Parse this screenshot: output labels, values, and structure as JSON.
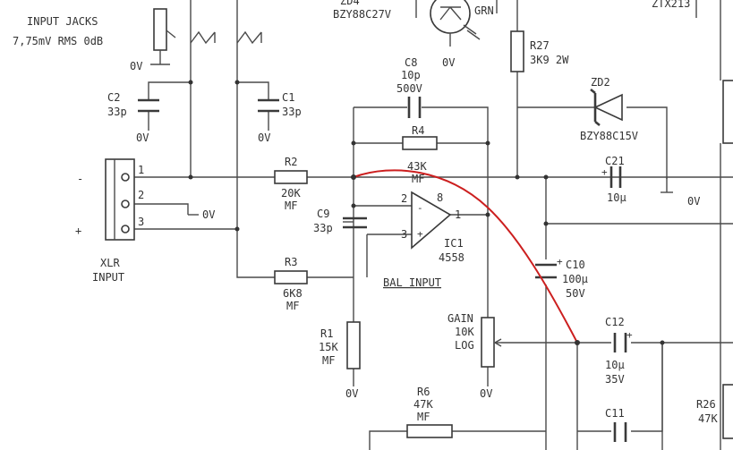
{
  "header": {
    "title": "INPUT JACKS",
    "subtitle": "7,75mV RMS 0dB"
  },
  "connector": {
    "name": "XLR",
    "sub": "INPUT",
    "pins": [
      "1",
      "2",
      "3"
    ],
    "minus": "-",
    "plus": "+"
  },
  "ground": "0V",
  "opamp": {
    "name": "IC1",
    "part": "4558",
    "pin_minus": "2",
    "pin_plus": "3",
    "pin_out": "1",
    "pin_top": "8"
  },
  "balance": "BAL INPUT",
  "components": {
    "c2": {
      "name": "C2",
      "value": "33p"
    },
    "c1": {
      "name": "C1",
      "value": "33p"
    },
    "c8": {
      "name": "C8",
      "value": "10p",
      "rating": "500V"
    },
    "r4": {
      "name": "R4",
      "value": "43K",
      "type": "MF"
    },
    "r2": {
      "name": "R2",
      "value": "20K",
      "type": "MF"
    },
    "c9": {
      "name": "C9",
      "value": "33p"
    },
    "r3": {
      "name": "R3",
      "value": "6K8",
      "type": "MF"
    },
    "r1": {
      "name": "R1",
      "value": "15K",
      "type": "MF"
    },
    "gain": {
      "name": "GAIN",
      "value": "10K",
      "type": "LOG"
    },
    "r27": {
      "name": "R27",
      "value": "3K9 2W"
    },
    "zd2": {
      "name": "ZD2",
      "part": "BZY88C15V"
    },
    "zd4": {
      "name": "ZD4",
      "part": "BZY88C27V"
    },
    "led": {
      "color": "GRN"
    },
    "c21": {
      "name": "C21",
      "value": "10μ"
    },
    "c10": {
      "name": "C10",
      "value": "100μ",
      "rating": "50V"
    },
    "c12": {
      "name": "C12",
      "value": "10μ",
      "rating": "35V"
    },
    "r6": {
      "name": "R6",
      "value": "47K",
      "type": "MF"
    },
    "c11": {
      "name": "C11"
    },
    "r26": {
      "name": "R26",
      "value": "47K"
    },
    "q": {
      "part": "ZTX213"
    }
  }
}
